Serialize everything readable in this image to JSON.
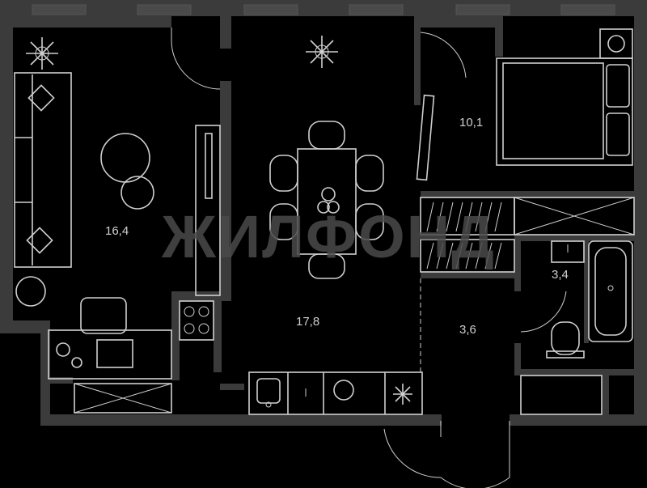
{
  "plan": {
    "watermark": "ЖИЛФОНД",
    "rooms": [
      {
        "name": "living-room",
        "area": "16,4"
      },
      {
        "name": "kitchen-dining",
        "area": "17,8"
      },
      {
        "name": "bedroom",
        "area": "10,1"
      },
      {
        "name": "bathroom",
        "area": "3,4"
      },
      {
        "name": "hallway",
        "area": "3,6"
      }
    ]
  },
  "colors": {
    "background": "#000000",
    "wall": "#3b3b3b",
    "furniture": "#cfcfcf"
  }
}
